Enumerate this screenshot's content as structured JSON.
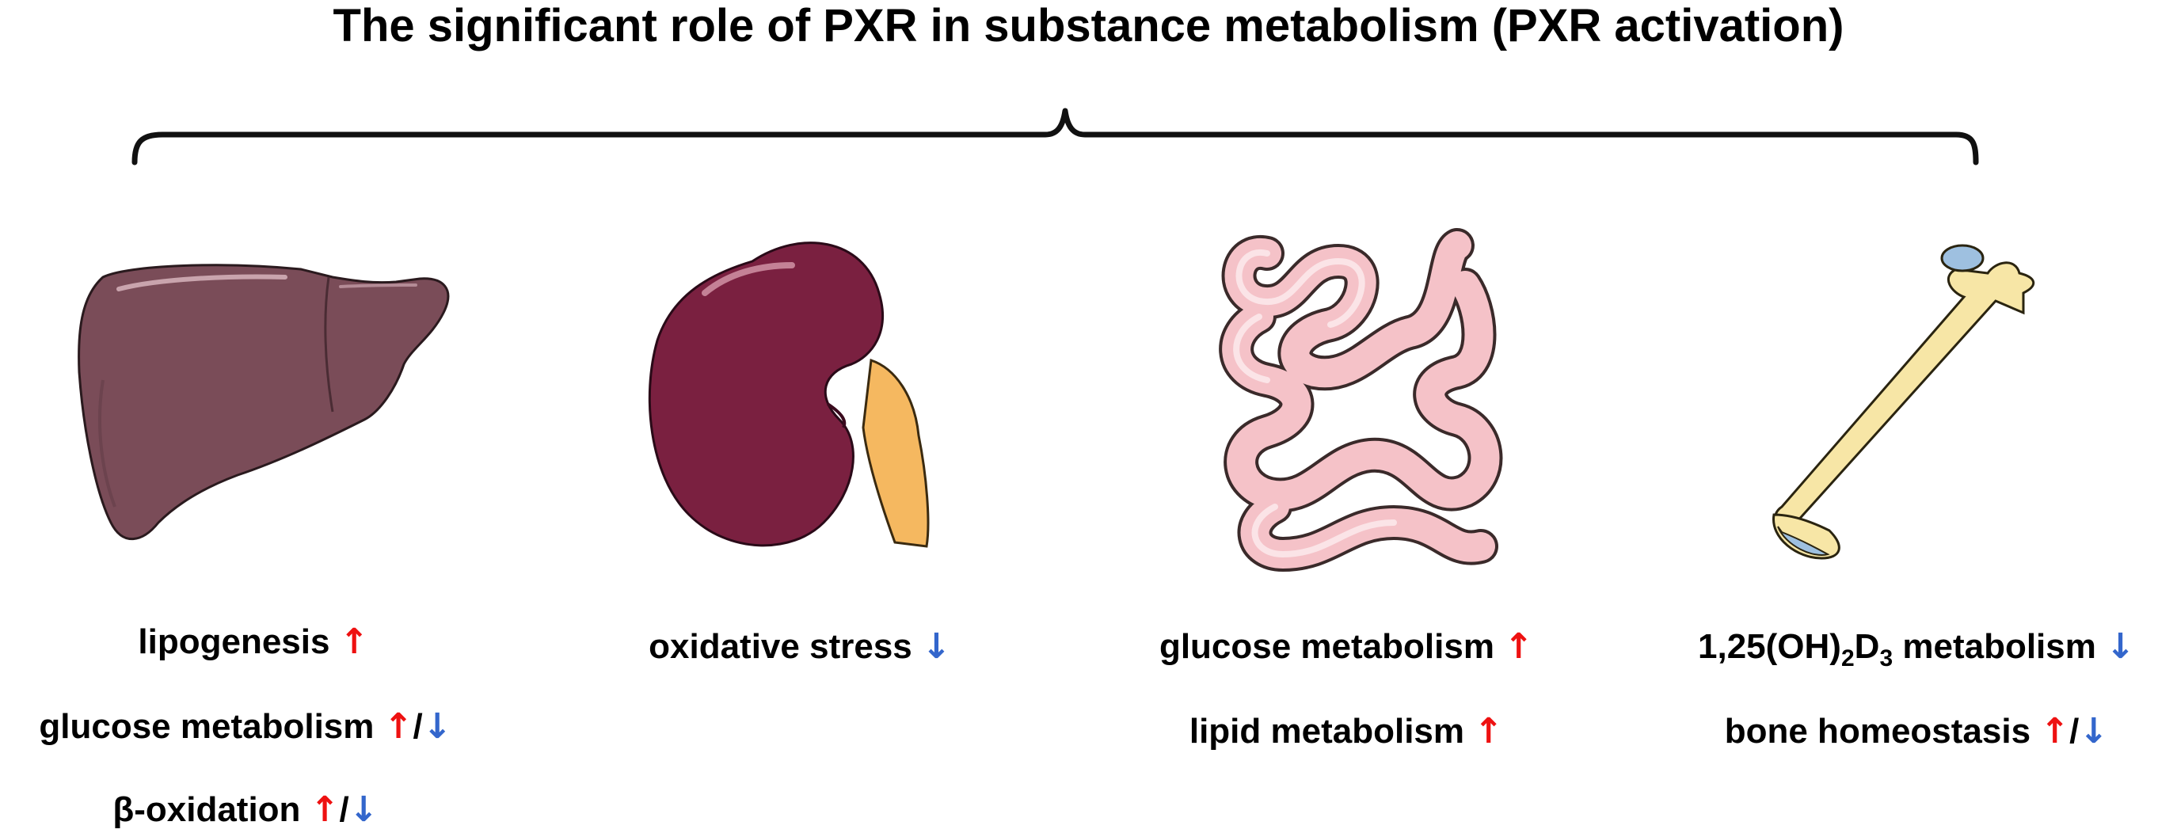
{
  "title": "The significant role of PXR in substance metabolism (PXR activation)",
  "colors": {
    "up_arrow": "#ee1111",
    "down_arrow": "#3366cc",
    "liver": "#7a4c58",
    "kidney": "#7a2040",
    "ureter": "#f5b860",
    "intestine": "#f5c2c8",
    "bone": "#f7e6a6",
    "cartilage": "#9ec0e0"
  },
  "arrow_glyphs": {
    "up": "↑",
    "down": "↓",
    "slash": "/"
  },
  "organs": [
    {
      "name": "liver",
      "icon": "liver-icon"
    },
    {
      "name": "kidney",
      "icon": "kidney-icon"
    },
    {
      "name": "intestine",
      "icon": "intestine-icon"
    },
    {
      "name": "bone",
      "icon": "bone-icon"
    }
  ],
  "liver": {
    "effects": [
      {
        "text": "lipogenesis",
        "direction": "up"
      },
      {
        "text": "glucose metabolism",
        "direction": "up/down"
      },
      {
        "text": "β-oxidation",
        "direction": "up/down"
      }
    ]
  },
  "kidney": {
    "effects": [
      {
        "text": "oxidative stress",
        "direction": "down"
      }
    ]
  },
  "intestine": {
    "effects": [
      {
        "text": "glucose metabolism",
        "direction": "up"
      },
      {
        "text": "lipid metabolism",
        "direction": "up"
      }
    ]
  },
  "bone": {
    "effects": [
      {
        "text_prefix": "1,25(OH)",
        "sub1": "2",
        "text_mid": "D",
        "sub2": "3",
        "text_suffix": " metabolism",
        "direction": "down"
      },
      {
        "text": "bone homeostasis",
        "direction": "up/down"
      }
    ]
  }
}
